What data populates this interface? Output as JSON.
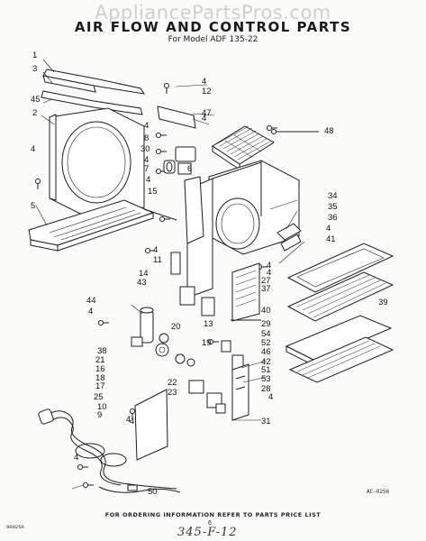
{
  "watermark": "AppliancePartsPros.com",
  "title": "AIR FLOW AND CONTROL PARTS",
  "subtitle": "For Model ADF 135-22",
  "diagram_code": "AC-0256",
  "footer_note": "FOR ORDERING INFORMATION REFER TO PARTS PRICE LIST",
  "doc_number": "900256",
  "page_mark": "6",
  "handwritten_note": "345-F-12",
  "callouts": [
    {
      "text": "1"
    },
    {
      "text": "3"
    },
    {
      "text": "45"
    },
    {
      "text": "2"
    },
    {
      "text": "4"
    },
    {
      "text": "5"
    },
    {
      "text": "4"
    },
    {
      "text": "12"
    },
    {
      "text": "4"
    },
    {
      "text": "47"
    },
    {
      "text": "48"
    },
    {
      "text": "4"
    },
    {
      "text": "8"
    },
    {
      "text": "30"
    },
    {
      "text": "4"
    },
    {
      "text": "7"
    },
    {
      "text": "6"
    },
    {
      "text": "4"
    },
    {
      "text": "15"
    },
    {
      "text": "34"
    },
    {
      "text": "35"
    },
    {
      "text": "36"
    },
    {
      "text": "4"
    },
    {
      "text": "41"
    },
    {
      "text": "4"
    },
    {
      "text": "11"
    },
    {
      "text": "14"
    },
    {
      "text": "43"
    },
    {
      "text": "4"
    },
    {
      "text": "4"
    },
    {
      "text": "27"
    },
    {
      "text": "37"
    },
    {
      "text": "40"
    },
    {
      "text": "39"
    },
    {
      "text": "44"
    },
    {
      "text": "4"
    },
    {
      "text": "20"
    },
    {
      "text": "13"
    },
    {
      "text": "29"
    },
    {
      "text": "38"
    },
    {
      "text": "21"
    },
    {
      "text": "16"
    },
    {
      "text": "18"
    },
    {
      "text": "17"
    },
    {
      "text": "19"
    },
    {
      "text": "54"
    },
    {
      "text": "52"
    },
    {
      "text": "46"
    },
    {
      "text": "42"
    },
    {
      "text": "51"
    },
    {
      "text": "53"
    },
    {
      "text": "28"
    },
    {
      "text": "25"
    },
    {
      "text": "10"
    },
    {
      "text": "9"
    },
    {
      "text": "22"
    },
    {
      "text": "23"
    },
    {
      "text": "4"
    },
    {
      "text": "31"
    },
    {
      "text": "4"
    },
    {
      "text": "4"
    },
    {
      "text": "50"
    },
    {
      "text": "4"
    }
  ]
}
